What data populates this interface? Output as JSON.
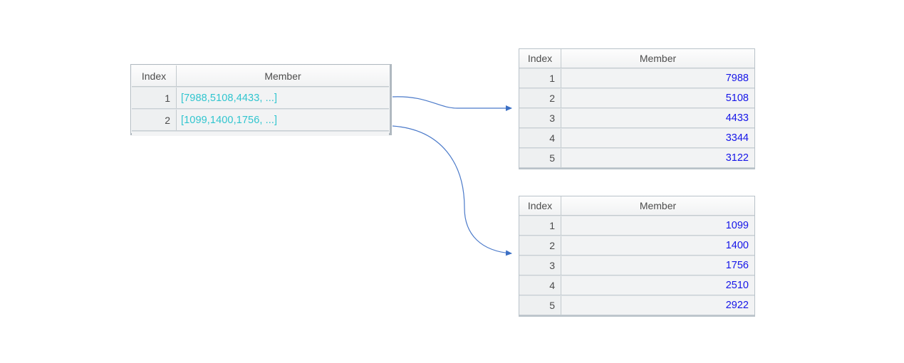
{
  "background_color": "#ffffff",
  "accent_colors": {
    "array_text": "#30c5cf",
    "number_text": "#1515e8",
    "arrow": "#3b6fc4",
    "grid_border": "#b9c2c9",
    "cell_background": "#f2f3f4",
    "index_background": "#eef0f1"
  },
  "left_grid": {
    "name": "nested-array-grid",
    "columns": [
      "Index",
      "Member"
    ],
    "rows": [
      {
        "index": "1",
        "member": "[7988,5108,4433, ...]"
      },
      {
        "index": "2",
        "member": "[1099,1400,1756, ...]"
      }
    ]
  },
  "top_right_grid": {
    "name": "expanded-array-grid-1",
    "columns": [
      "Index",
      "Member"
    ],
    "rows": [
      {
        "index": "1",
        "member": "7988"
      },
      {
        "index": "2",
        "member": "5108"
      },
      {
        "index": "3",
        "member": "4433"
      },
      {
        "index": "4",
        "member": "3344"
      },
      {
        "index": "5",
        "member": "3122"
      }
    ]
  },
  "bottom_right_grid": {
    "name": "expanded-array-grid-2",
    "columns": [
      "Index",
      "Member"
    ],
    "rows": [
      {
        "index": "1",
        "member": "1099"
      },
      {
        "index": "2",
        "member": "1400"
      },
      {
        "index": "3",
        "member": "1756"
      },
      {
        "index": "4",
        "member": "2510"
      },
      {
        "index": "5",
        "member": "2922"
      }
    ]
  },
  "connectors": [
    {
      "name": "arrow-row1-to-top-grid",
      "from_row": "1",
      "to_grid": "expanded-array-grid-1"
    },
    {
      "name": "arrow-row2-to-bottom-grid",
      "from_row": "2",
      "to_grid": "expanded-array-grid-2"
    }
  ]
}
